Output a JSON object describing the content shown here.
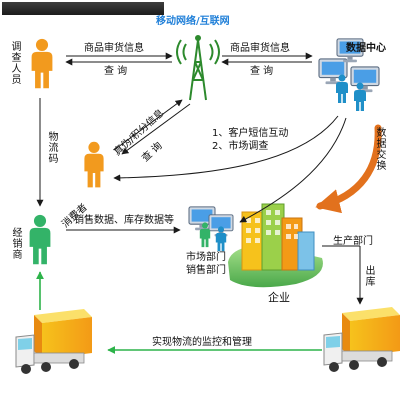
{
  "header": {
    "title": ""
  },
  "network": {
    "label": "移动网络/互联网"
  },
  "nodes": {
    "investigator": "调查人员",
    "data_center": "数据中心",
    "consumer": "消费者",
    "distributor": "经销商",
    "market_sales": [
      "市场部门",
      "销售部门"
    ],
    "enterprise": "企业",
    "production": "生产部门"
  },
  "edges": {
    "product_query_left_top": "商品审货信息",
    "product_query_left_bottom": "查 询",
    "product_query_right_top": "商品审货信息",
    "product_query_right_bottom": "查 询",
    "authenticity_points": "真伪/积分信息",
    "consumer_query": "查 询",
    "logistics_code": "物流码",
    "interaction": [
      "1、客户短信互动",
      "2、市场调查"
    ],
    "data_exchange": "数据交换",
    "sales_inventory": "销售数据、库存数据等",
    "outbound": "出库",
    "monitoring": "实现物流的监控和管理"
  },
  "colors": {
    "arrow": "#1a1a1a",
    "green_arrow": "#2db34a",
    "orange_arrow": "#e2711d",
    "person_orange": "#f29a1e",
    "person_green": "#33b368",
    "network_label": "#1f7fd8"
  },
  "icons": [
    "person-icon",
    "radio-tower-icon",
    "computer-icon",
    "building-icon",
    "truck-icon"
  ]
}
